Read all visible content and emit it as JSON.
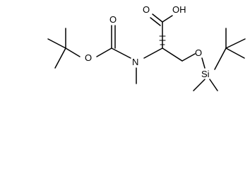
{
  "molecule": {
    "atom_labels": {
      "carboxyl_o": "O",
      "carboxyl_oh": "OH",
      "boc_carbonyl_o": "O",
      "boc_ester_o": "O",
      "amine_n": "N",
      "ether_o": "O",
      "silicon": "Si"
    }
  }
}
